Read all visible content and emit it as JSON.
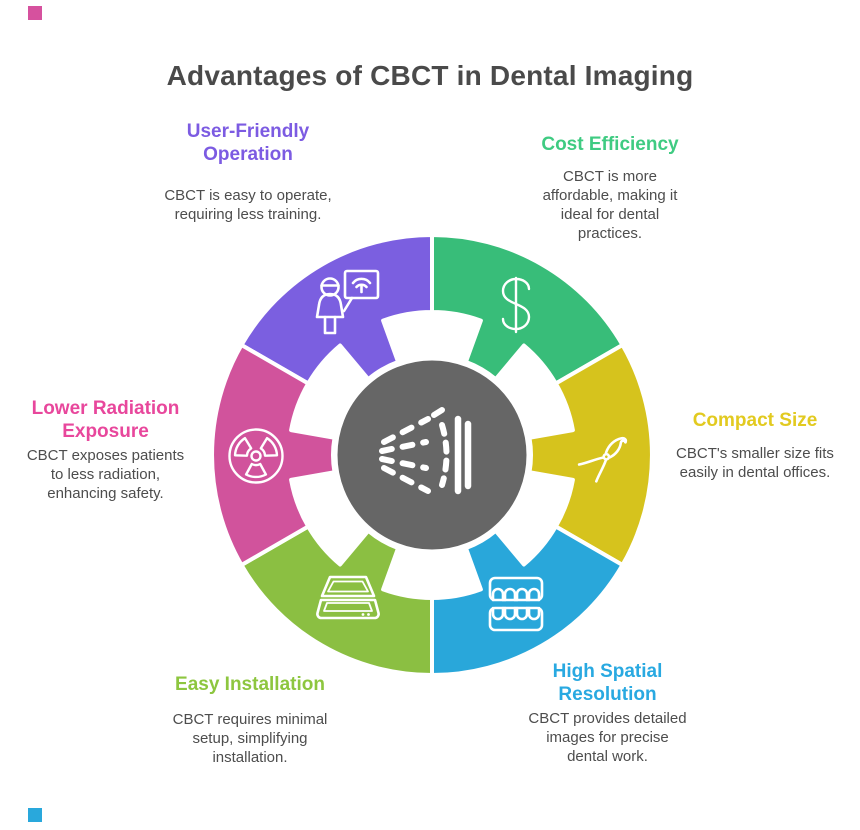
{
  "title": "Advantages of CBCT in Dental Imaging",
  "title_color": "#4A4A4A",
  "body_text_color": "#4D4D4D",
  "center": {
    "color": "#666666",
    "icon": "cone-beam-xray"
  },
  "decorations": {
    "top_left_square_color": "#D6519E",
    "bottom_left_square_color": "#29A8DC"
  },
  "segments": [
    {
      "id": "user-friendly-operation",
      "label": "User-Friendly Operation",
      "label_lines": [
        "User-Friendly",
        "Operation"
      ],
      "description": "CBCT is easy to operate, requiring less training.",
      "description_lines": [
        "CBCT is easy to operate,",
        "requiring less training."
      ],
      "color": "#7B5FE0",
      "heading_color": "#7C5BE2",
      "icon": "presenter"
    },
    {
      "id": "cost-efficiency",
      "label": "Cost Efficiency",
      "label_lines": [
        "Cost Efficiency"
      ],
      "description": "CBCT is more affordable, making it ideal for dental practices.",
      "description_lines": [
        "CBCT is more",
        "affordable, making it",
        "ideal for dental",
        "practices."
      ],
      "color": "#38BD79",
      "heading_color": "#3FCB82",
      "icon": "dollar-sign"
    },
    {
      "id": "compact-size",
      "label": "Compact Size",
      "label_lines": [
        "Compact Size"
      ],
      "description": "CBCT's smaller size fits easily in dental offices.",
      "description_lines": [
        "CBCT's smaller size fits",
        "easily in dental offices."
      ],
      "color": "#D6C31D",
      "heading_color": "#E2CA20",
      "icon": "dental-pliers"
    },
    {
      "id": "high-spatial-resolution",
      "label": "High Spatial Resolution",
      "label_lines": [
        "High Spatial",
        "Resolution"
      ],
      "description": "CBCT provides detailed images for precise dental work.",
      "description_lines": [
        "CBCT provides detailed",
        "images for precise",
        "dental work."
      ],
      "color": "#29A7DA",
      "heading_color": "#29A9E1",
      "icon": "teeth"
    },
    {
      "id": "easy-installation",
      "label": "Easy Installation",
      "label_lines": [
        "Easy Installation"
      ],
      "description": "CBCT requires minimal setup, simplifying installation.",
      "description_lines": [
        "CBCT requires minimal",
        "setup, simplifying",
        "installation."
      ],
      "color": "#8BBF42",
      "heading_color": "#8DC63F",
      "icon": "scanner"
    },
    {
      "id": "lower-radiation-exposure",
      "label": "Lower Radiation Exposure",
      "label_lines": [
        "Lower Radiation",
        "Exposure"
      ],
      "description": "CBCT exposes patients to less radiation, enhancing safety.",
      "description_lines": [
        "CBCT exposes patients",
        "to less radiation,",
        "enhancing safety."
      ],
      "color": "#D1539C",
      "heading_color": "#E8479C",
      "icon": "radiation"
    }
  ]
}
